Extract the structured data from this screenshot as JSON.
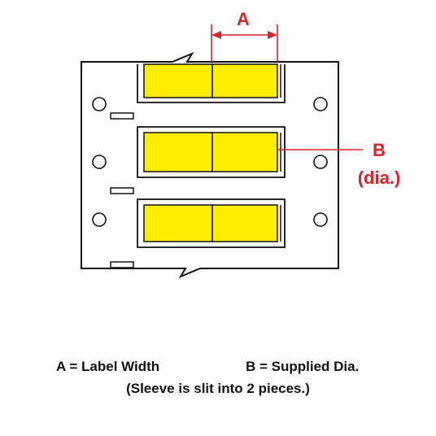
{
  "callouts": {
    "a": {
      "label": "A"
    },
    "b": {
      "label": "B",
      "sublabel": "(dia.)"
    }
  },
  "legend": {
    "a": "A = Label Width",
    "b": "B = Supplied Dia.",
    "note": "(Sleeve is slit into 2 pieces.)"
  },
  "colors": {
    "label_fill": "#ffed00",
    "callout": "#d8232a",
    "outline": "#111111",
    "background": "#ffffff"
  }
}
